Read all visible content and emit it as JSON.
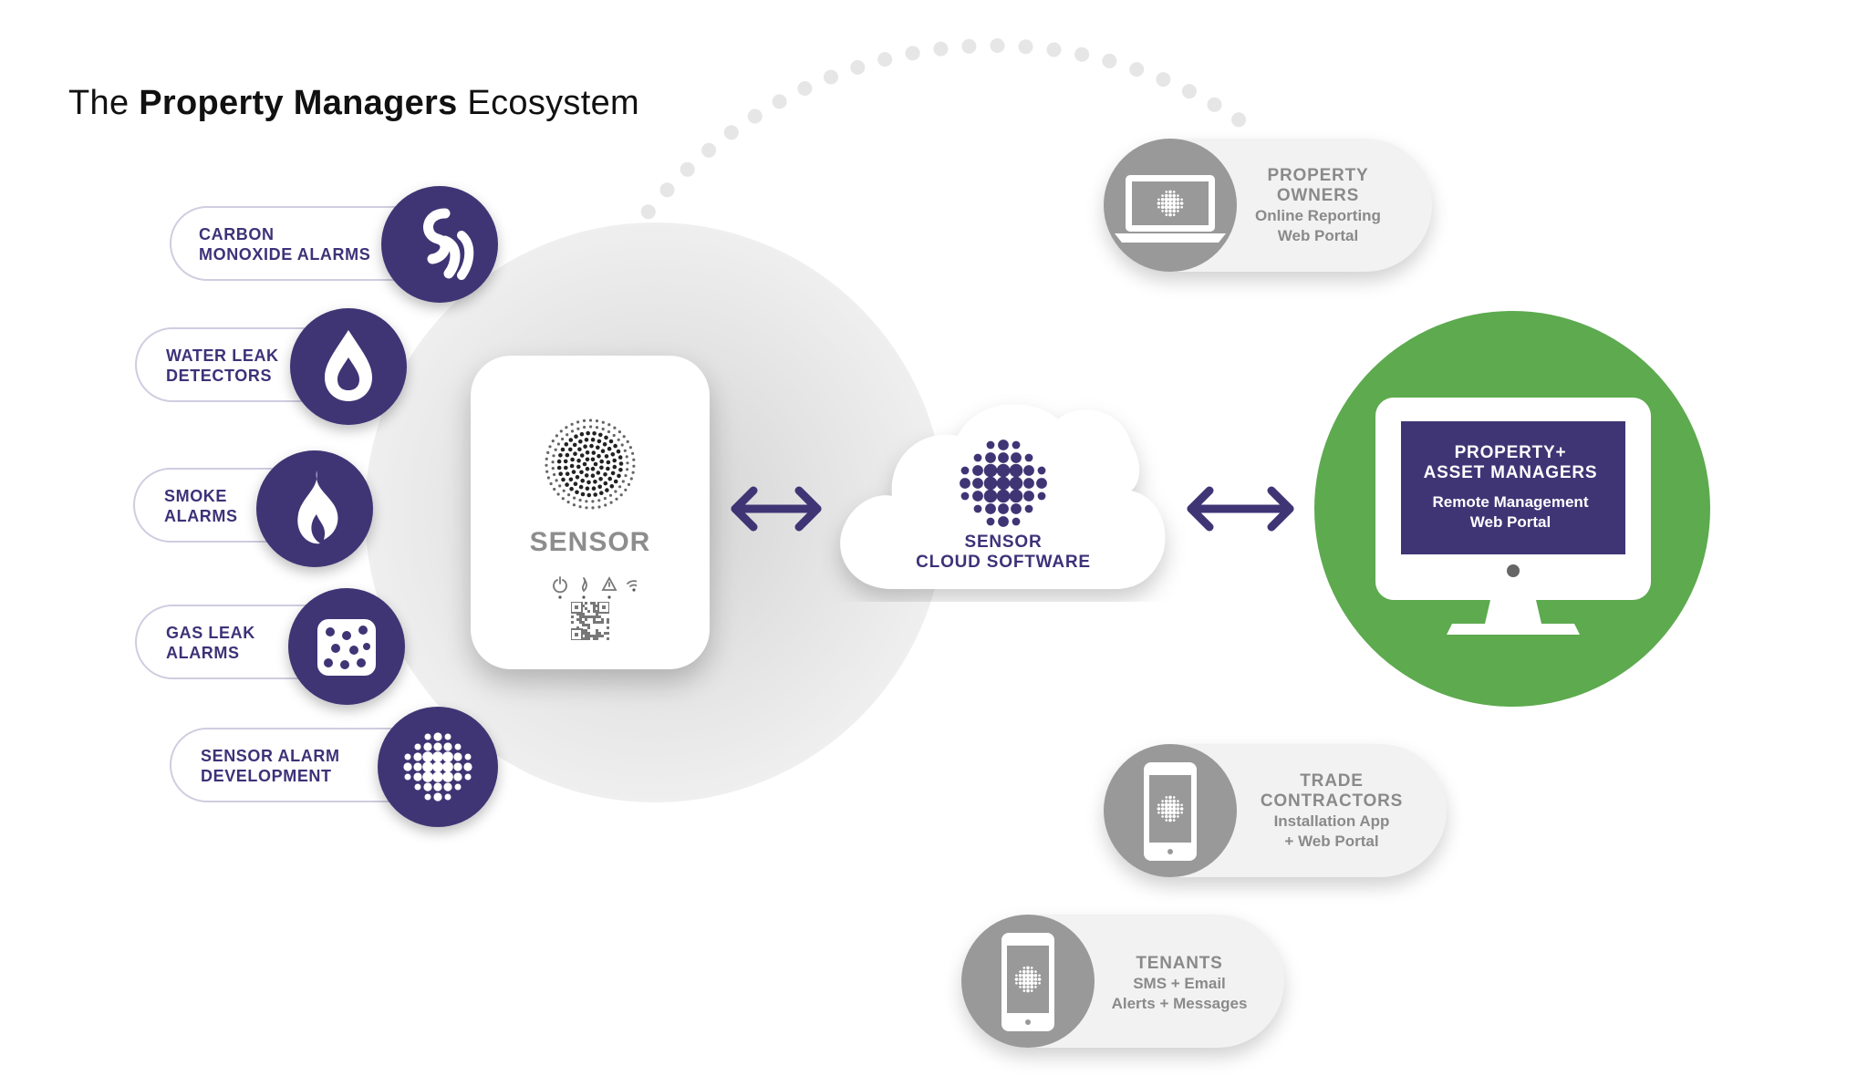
{
  "title": {
    "prefix": "The ",
    "bold": "Property Managers",
    "suffix": " Ecosystem"
  },
  "colors": {
    "purple": "#3f3575",
    "text_purple": "#3d3278",
    "green": "#5daa4f",
    "gray": "#999999",
    "dots": "#e6e6e6"
  },
  "alarms": [
    {
      "line1": "CARBON",
      "line2": "MONOXIDE ALARMS",
      "icon": "carbon-monoxide-icon"
    },
    {
      "line1": "WATER LEAK",
      "line2": "DETECTORS",
      "icon": "water-drop-icon"
    },
    {
      "line1": "SMOKE",
      "line2": "ALARMS",
      "icon": "flame-icon"
    },
    {
      "line1": "GAS LEAK",
      "line2": "ALARMS",
      "icon": "gas-grid-icon"
    },
    {
      "line1": "SENSOR ALARM",
      "line2": "DEVELOPMENT",
      "icon": "sensor-pattern-icon"
    }
  ],
  "device": {
    "label": "SENSOR",
    "icons": [
      "power-icon",
      "flame-small-icon",
      "warning-icon",
      "wifi-icon"
    ]
  },
  "cloud": {
    "line1": "SENSOR",
    "line2": "CLOUD SOFTWARE"
  },
  "managers": {
    "line1": "PROPERTY+",
    "line2": "ASSET MANAGERS",
    "sub1": "Remote Management",
    "sub2": "Web Portal"
  },
  "owners": {
    "line1": "PROPERTY",
    "line2": "OWNERS",
    "sub1": "Online Reporting",
    "sub2": "Web Portal",
    "icon": "laptop-icon"
  },
  "contractors": {
    "line1": "TRADE",
    "line2": "CONTRACTORS",
    "sub1": "Installation App",
    "sub2": "+ Web Portal",
    "icon": "phone-icon"
  },
  "tenants": {
    "line1": "TENANTS",
    "sub1": "SMS + Email",
    "sub2": "Alerts + Messages",
    "icon": "phone-icon"
  }
}
